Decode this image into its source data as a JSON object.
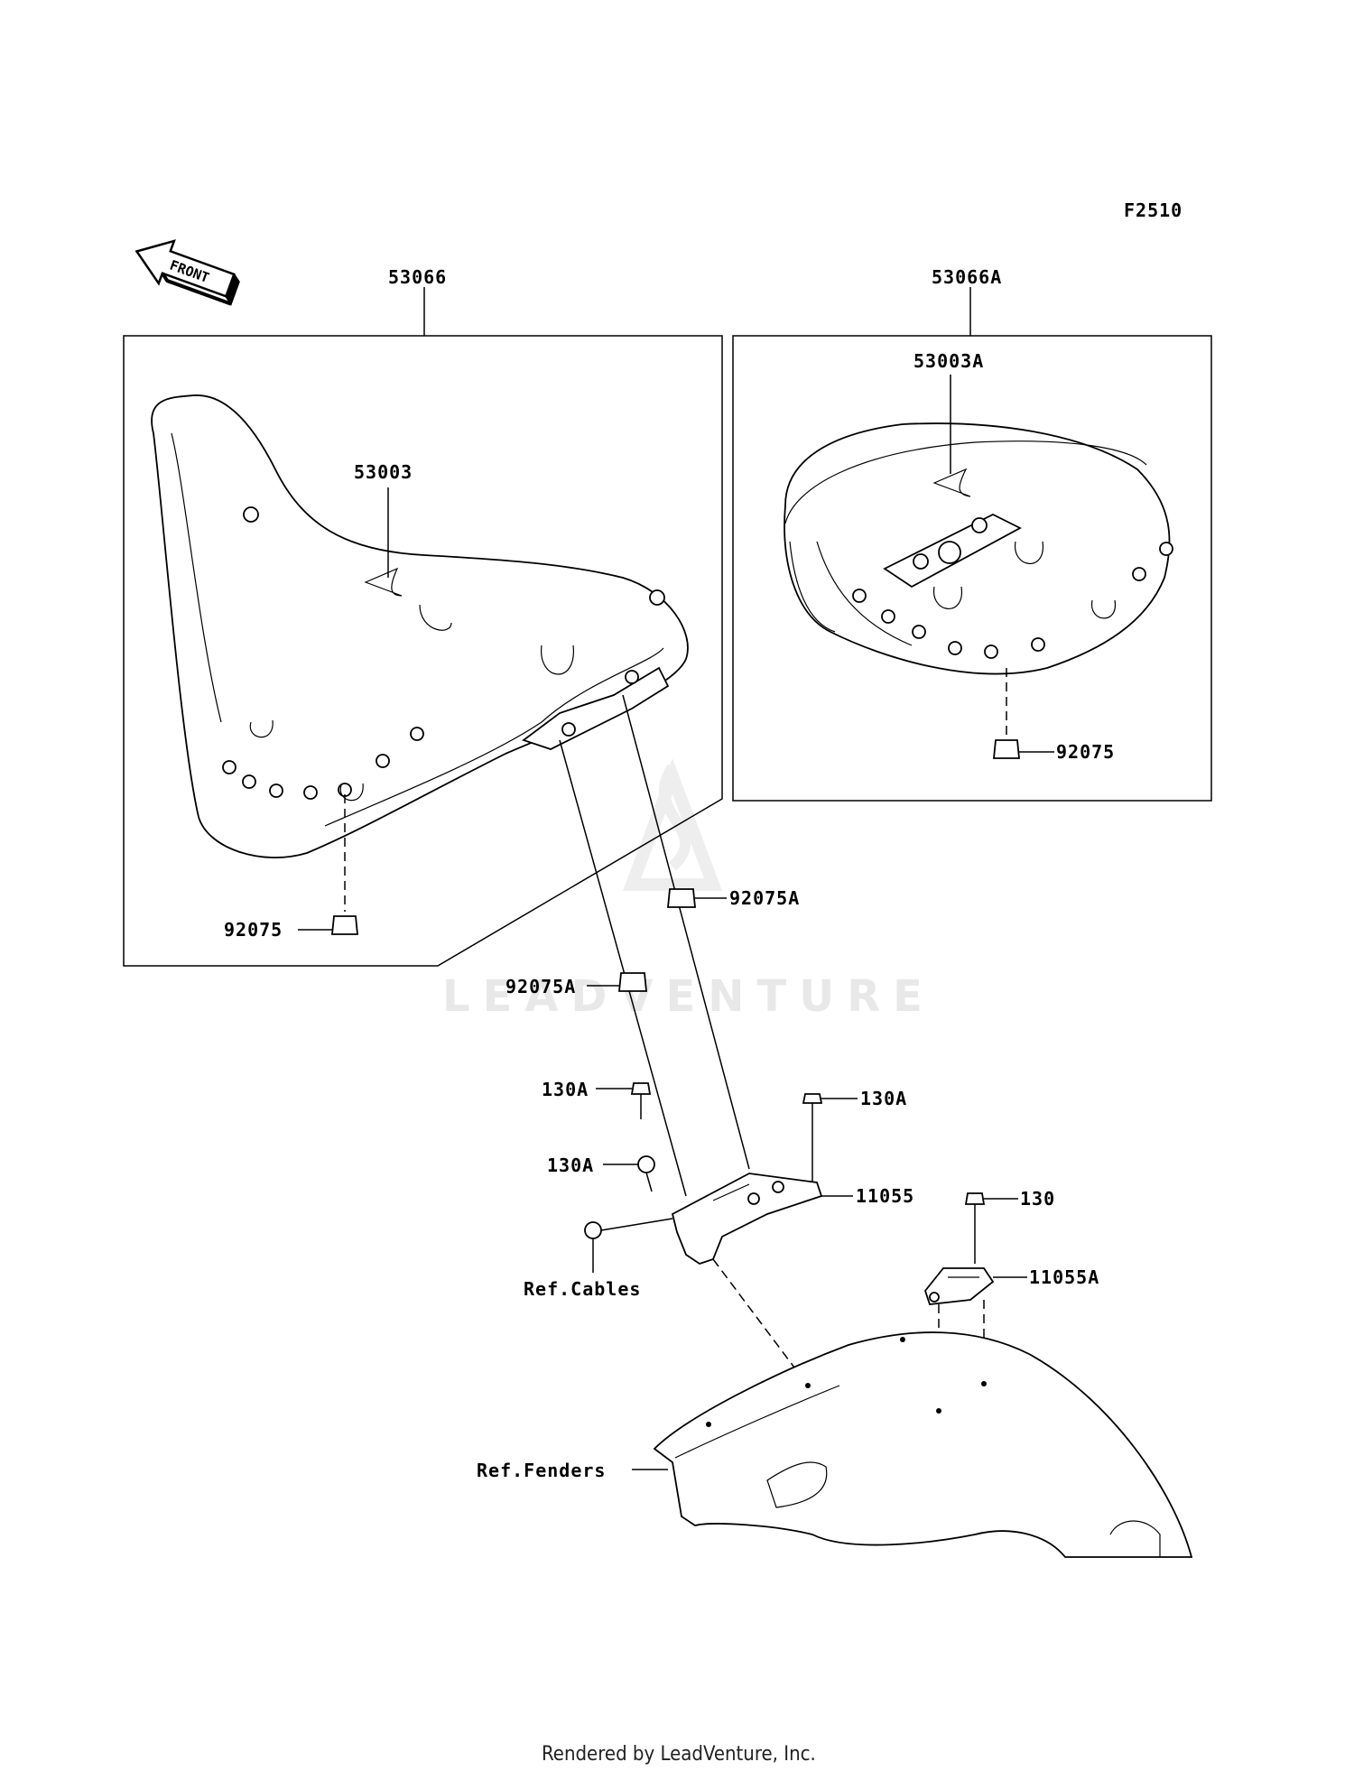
{
  "figure_code": "F2510",
  "front_label": "FRONT",
  "watermark": "LEADVENTURE",
  "footer": "Rendered by LeadVenture, Inc.",
  "callouts": {
    "seat_assy_front": "53066",
    "seat_assy_rear": "53066A",
    "seat_front": "53003",
    "seat_rear": "53003A",
    "damper_front": "92075",
    "damper_rear": "92075",
    "damper_a_upper": "92075A",
    "damper_a_lower": "92075A",
    "bolt_130a_left_top": "130A",
    "bolt_130a_right": "130A",
    "bolt_130a_left_mid": "130A",
    "bracket": "11055",
    "bolt_130": "130",
    "bracket_a": "11055A",
    "ref_cables": "Ref.Cables",
    "ref_fenders": "Ref.Fenders"
  }
}
